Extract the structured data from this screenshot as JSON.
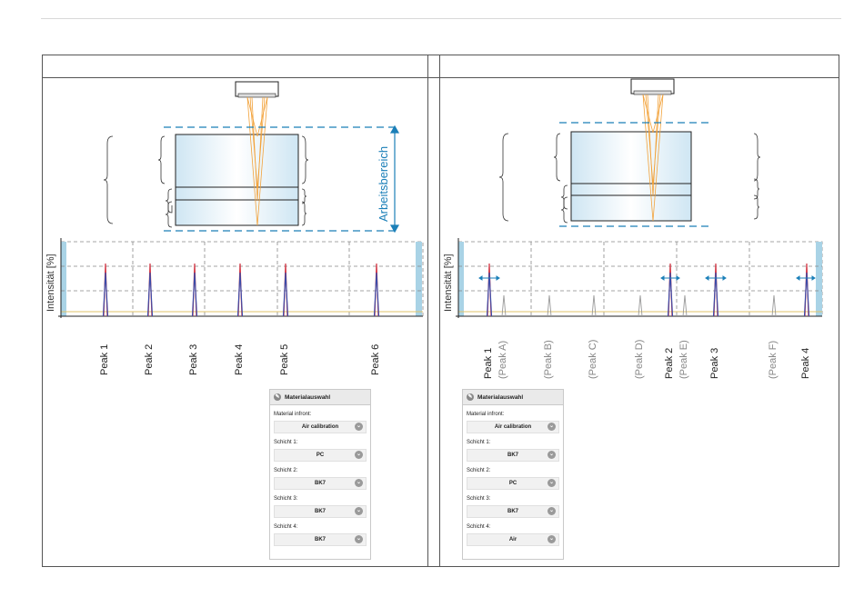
{
  "left": {
    "arbeitsbereich": "Arbeitsbereich",
    "ylabel": "Intensität [%]",
    "peaks": [
      "Peak 1",
      "Peak 2",
      "Peak 3",
      "Peak 4",
      "Peak 5",
      "Peak 6"
    ],
    "panel": {
      "title": "Materialauswahl",
      "rows": [
        {
          "label": "Material infront:",
          "value": "Air calibration"
        },
        {
          "label": "Schicht 1:",
          "value": "PC"
        },
        {
          "label": "Schicht 2:",
          "value": "BK7"
        },
        {
          "label": "Schicht 3:",
          "value": "BK7"
        },
        {
          "label": "Schicht 4:",
          "value": "BK7"
        }
      ]
    }
  },
  "right": {
    "ylabel": "Intensität [%]",
    "peaks": [
      {
        "label": "Peak 1",
        "sub": "(Peak A)"
      },
      {
        "label": "(Peak B)"
      },
      {
        "label": "(Peak C)"
      },
      {
        "label": "(Peak D)"
      },
      {
        "label": "Peak 2",
        "sub": "(Peak E)"
      },
      {
        "label": "Peak 3"
      },
      {
        "label": "(Peak F)"
      },
      {
        "label": "Peak 4"
      }
    ],
    "panel": {
      "title": "Materialauswahl",
      "rows": [
        {
          "label": "Material infront:",
          "value": "Air calibration"
        },
        {
          "label": "Schicht 1:",
          "value": "BK7"
        },
        {
          "label": "Schicht 2:",
          "value": "PC"
        },
        {
          "label": "Schicht 3:",
          "value": "BK7"
        },
        {
          "label": "Schicht 4:",
          "value": "Air"
        }
      ]
    }
  }
}
